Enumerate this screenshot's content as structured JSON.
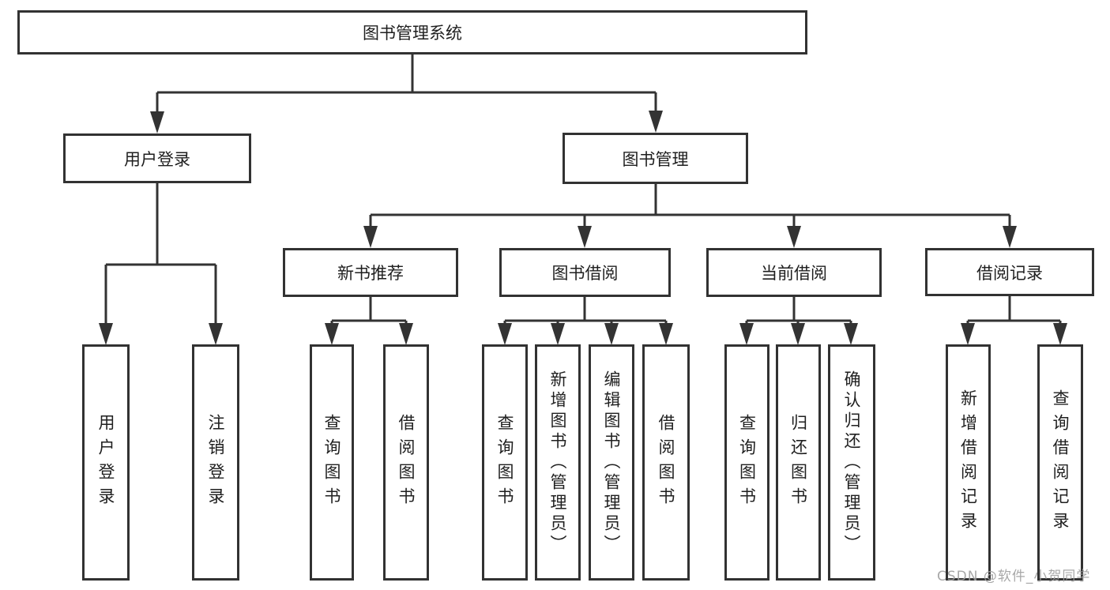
{
  "tree": {
    "root": {
      "label": "图书管理系统"
    },
    "children": [
      {
        "label": "用户登录",
        "children": [
          {
            "label": "用户登录"
          },
          {
            "label": "注销登录"
          }
        ]
      },
      {
        "label": "图书管理",
        "children": [
          {
            "label": "新书推荐",
            "children": [
              {
                "label": "查询图书"
              },
              {
                "label": "借阅图书"
              }
            ]
          },
          {
            "label": "图书借阅",
            "children": [
              {
                "label": "查询图书"
              },
              {
                "label": "新增图书（管理员）"
              },
              {
                "label": "编辑图书（管理员）"
              },
              {
                "label": "借阅图书"
              }
            ]
          },
          {
            "label": "当前借阅",
            "children": [
              {
                "label": "查询图书"
              },
              {
                "label": "归还图书"
              },
              {
                "label": "确认归还（管理员）"
              }
            ]
          },
          {
            "label": "借阅记录",
            "children": [
              {
                "label": "新增借阅记录"
              },
              {
                "label": "查询借阅记录"
              }
            ]
          }
        ]
      }
    ]
  },
  "watermark": {
    "text": "CSDN @软件_小贺同学"
  },
  "colors": {
    "line": "#333333",
    "box_border": "#323232",
    "text": "#1f1f1f",
    "watermark": "#9e9e9e",
    "background": "#ffffff"
  }
}
